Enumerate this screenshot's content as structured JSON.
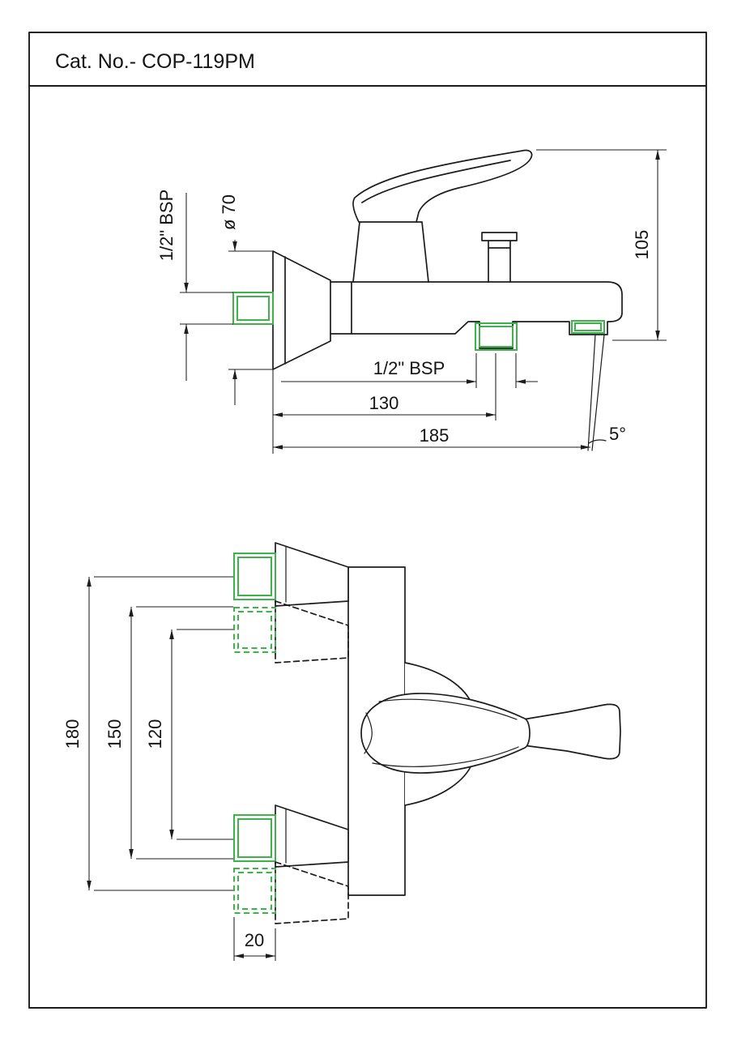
{
  "title": "Cat. No.- COP-119PM",
  "colors": {
    "line": "#1c1c1c",
    "accent_green": "#3cb44a",
    "background": "#ffffff"
  },
  "side_view": {
    "inlet_thread": "1/2\" BSP",
    "flange_diameter": "ø 70",
    "height": "105",
    "outlet_thread": "1/2\" BSP",
    "spout_center": "130",
    "total_reach": "185",
    "spout_angle": "5°"
  },
  "plan_view": {
    "outer_spacing": "180",
    "mid_spacing": "150",
    "inner_spacing": "120",
    "wall_offset": "20"
  }
}
